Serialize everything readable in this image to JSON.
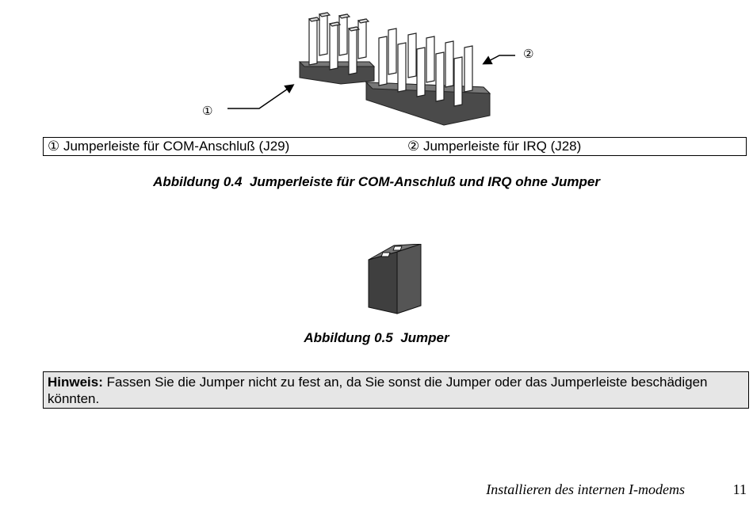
{
  "figure1": {
    "marker_1": "①",
    "marker_2": "②",
    "legend_left": "① Jumperleiste für COM-Anschluß (J29)",
    "legend_right": "② Jumperleiste für IRQ (J28)",
    "caption": "Abbildung 0.4  Jumperleiste für COM-Anschluß und IRQ ohne Jumper"
  },
  "figure2": {
    "caption": "Abbildung 0.5  Jumper"
  },
  "note": {
    "label": "Hinweis:",
    "text": " Fassen Sie die Jumper nicht zu fest an, da Sie sonst die Jumper oder das Jumperleiste beschädigen könnten."
  },
  "footer": {
    "title": "Installieren des internen I-modems",
    "page": "11"
  }
}
